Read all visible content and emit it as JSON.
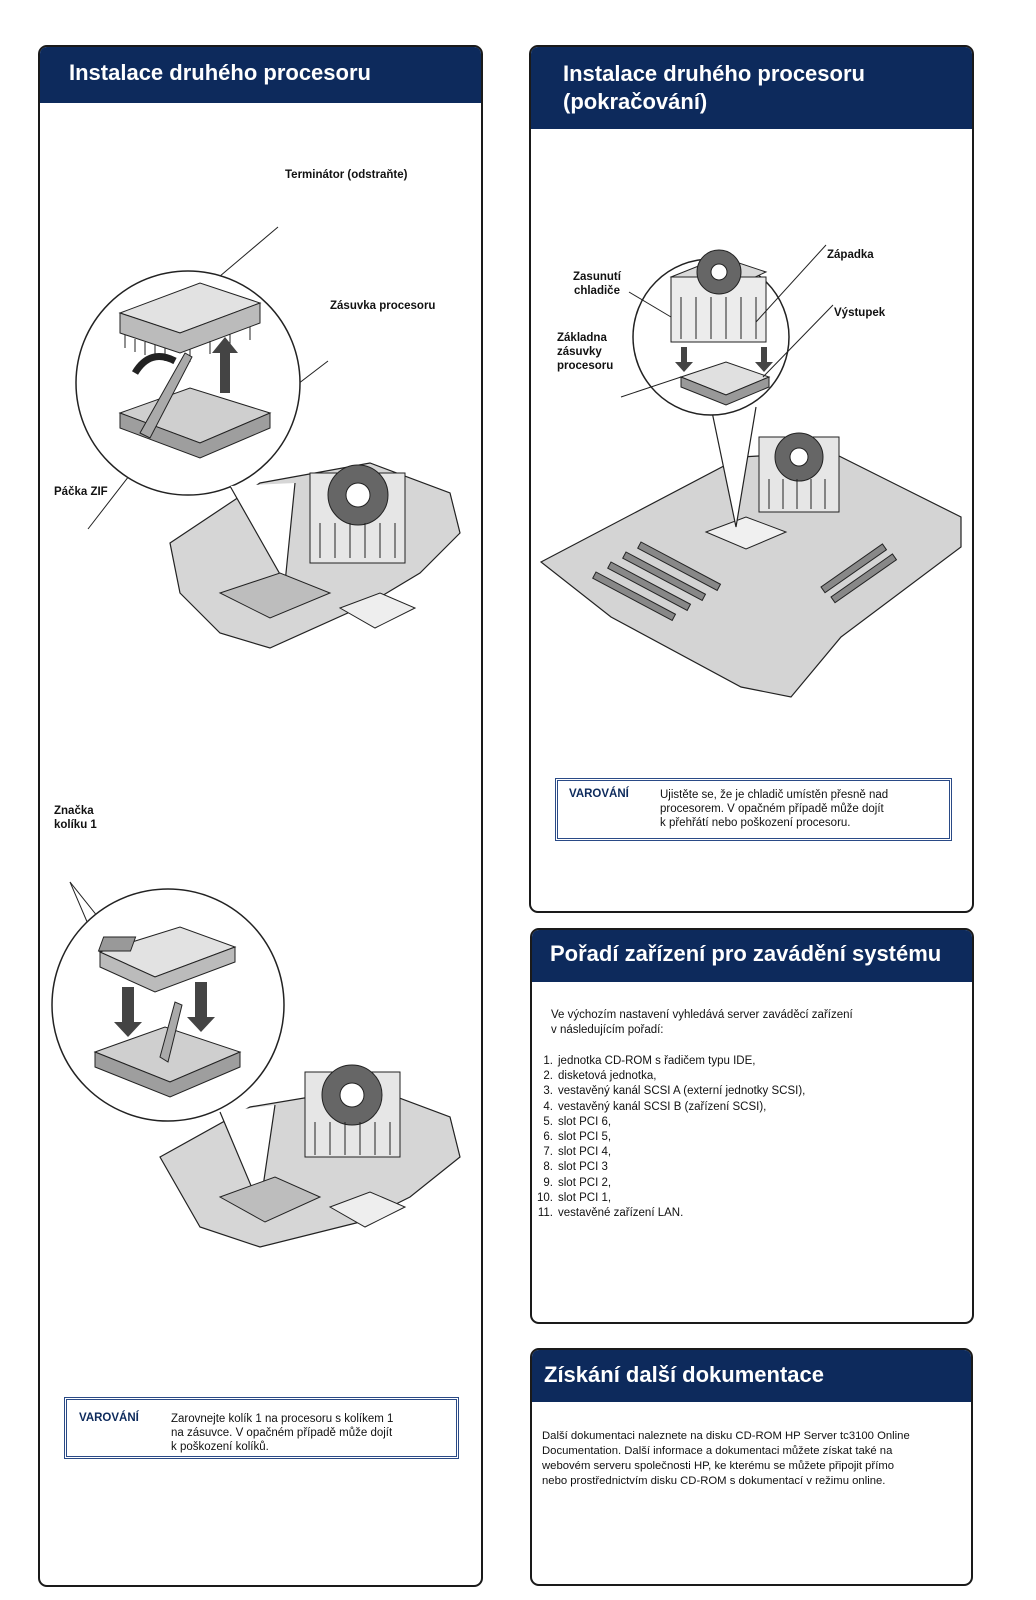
{
  "panel_left": {
    "title": "Instalace druhého procesoru",
    "callouts": {
      "terminator": "Terminátor (odstraňte)",
      "socket": "Zásuvka procesoru",
      "zif": "Páčka ZIF",
      "pin1": "Značka\nkolíku 1"
    },
    "warning": {
      "label": "VAROVÁNÍ",
      "text": "Zarovnejte kolík 1 na procesoru s kolíkem 1\nna zásuvce. V opačném případě může dojít\nk poškození kolíků."
    }
  },
  "panel_right": {
    "title": "Instalace druhého procesoru\n(pokračování)",
    "callouts": {
      "slide": "Zasunutí\nchladiče",
      "base": "Základna\nzásuvky\nprocesoru",
      "latch": "Západka",
      "tab": "Výstupek"
    },
    "warning": {
      "label": "VAROVÁNÍ",
      "text": "Ujistěte se, že je chladič umístěn přesně nad\nprocesorem. V opačném případě může dojít\nk přehřátí nebo poškození procesoru."
    }
  },
  "boot_panel": {
    "title": "Pořadí zařízení pro zavádění systému",
    "intro": "Ve výchozím nastavení vyhledává server zaváděcí zařízení\nv následujícím pořadí:",
    "items": [
      {
        "num": "1.",
        "text": "jednotka CD-ROM s řadičem typu IDE,"
      },
      {
        "num": "2.",
        "text": "disketová jednotka,"
      },
      {
        "num": "3.",
        "text": "vestavěný kanál SCSI A (externí jednotky SCSI),"
      },
      {
        "num": "4.",
        "text": "vestavěný kanál SCSI B (zařízení SCSI),"
      },
      {
        "num": "5.",
        "text": "slot PCI 6,"
      },
      {
        "num": "6.",
        "text": "slot PCI 5,"
      },
      {
        "num": "7.",
        "text": "slot PCI 4,"
      },
      {
        "num": "8.",
        "text": "slot PCI 3"
      },
      {
        "num": "9.",
        "text": "slot PCI 2,"
      },
      {
        "num": "10.",
        "text": "slot PCI 1,"
      },
      {
        "num": "11.",
        "text": "vestavěné zařízení LAN."
      }
    ]
  },
  "docs_panel": {
    "title": "Získání další dokumentace",
    "text": "Další dokumentaci naleznete na disku CD-ROM HP Server tc3100 Online\nDocumentation. Další informace a dokumentaci můžete získat také na\nwebovém serveru společnosti HP, ke kterému se můžete připojit přímo\nnebo prostřednictvím disku CD-ROM s dokumentací v režimu online."
  },
  "colors": {
    "header_bg": "#0d2a5c",
    "warning_border": "#2a4a86"
  }
}
